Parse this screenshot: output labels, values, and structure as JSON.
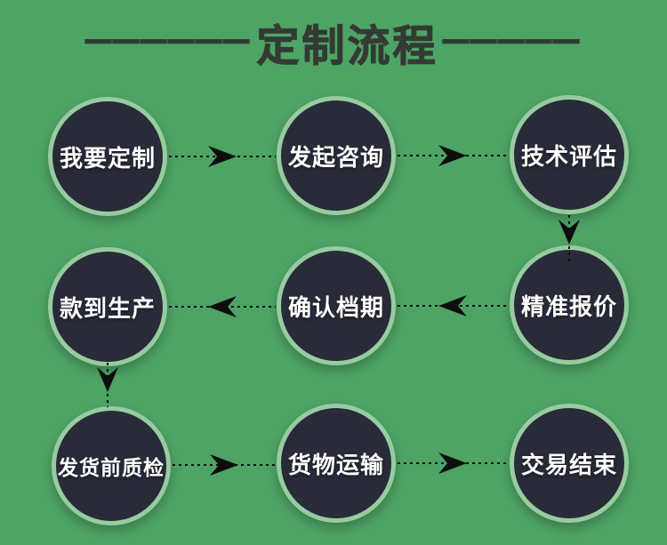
{
  "title": {
    "left_dashes": "——————",
    "text": "定制流程",
    "right_dashes": "—————"
  },
  "colors": {
    "background": "#4EA465",
    "circle_fill": "#292B39",
    "circle_ring": "#97CCA1",
    "label_text": "#FFFFFF",
    "title_text": "#333A33",
    "arrow": "#0E0E0E"
  },
  "steps": [
    {
      "label": "我要定制"
    },
    {
      "label": "发起咨询"
    },
    {
      "label": "技术评估"
    },
    {
      "label": "款到生产"
    },
    {
      "label": "确认档期"
    },
    {
      "label": "精准报价"
    },
    {
      "label": "发货前质检"
    },
    {
      "label": "货物运输"
    },
    {
      "label": "交易结束"
    }
  ],
  "arrows": [
    {
      "from": "我要定制",
      "to": "发起咨询",
      "direction": "right"
    },
    {
      "from": "发起咨询",
      "to": "技术评估",
      "direction": "right"
    },
    {
      "from": "技术评估",
      "to": "精准报价",
      "direction": "down"
    },
    {
      "from": "精准报价",
      "to": "确认档期",
      "direction": "left"
    },
    {
      "from": "确认档期",
      "to": "款到生产",
      "direction": "left"
    },
    {
      "from": "款到生产",
      "to": "发货前质检",
      "direction": "down"
    },
    {
      "from": "发货前质检",
      "to": "货物运输",
      "direction": "right"
    },
    {
      "from": "货物运输",
      "to": "交易结束",
      "direction": "right"
    }
  ]
}
